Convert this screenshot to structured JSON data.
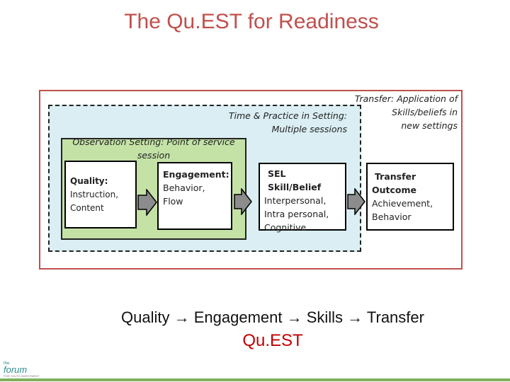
{
  "title": "The Qu.EST for Readiness",
  "diagram": {
    "transfer_setting": {
      "line1": "Transfer: Application of",
      "line2": "Skills/beliefs in",
      "line3": "new settings"
    },
    "time_practice": {
      "line1": "Time & Practice in Setting:",
      "line2": "Multiple sessions"
    },
    "observation": {
      "line1": "Observation Setting: Point of service",
      "line2": "session"
    },
    "quality": {
      "head": "Quality:",
      "line1": "Instruction,",
      "line2": "Content"
    },
    "engagement": {
      "head": "Engagement:",
      "line1": "Behavior,",
      "line2": "Flow"
    },
    "sel": {
      "head": "SEL Skill/Belief",
      "line1": "Interpersonal,",
      "line2": "Intra personal,",
      "line3": "Cognitive"
    },
    "transfer": {
      "head1": "Transfer",
      "head2": "Outcome",
      "line1": "Achievement,",
      "line2": "Behavior"
    }
  },
  "equation": "Quality → Engagement → Skills → Transfer",
  "acronym": "Qu.EST",
  "logo": {
    "the": "the",
    "name": "forum",
    "sub": "FOR YOUTH INVESTMENT"
  },
  "colors": {
    "title": "#c0504d",
    "outer_border": "#c0504d",
    "blue_fill": "#daeef3",
    "green_fill": "#c4e2a6",
    "arrow_fill": "#8c8c8c",
    "acronym": "#c00000"
  }
}
